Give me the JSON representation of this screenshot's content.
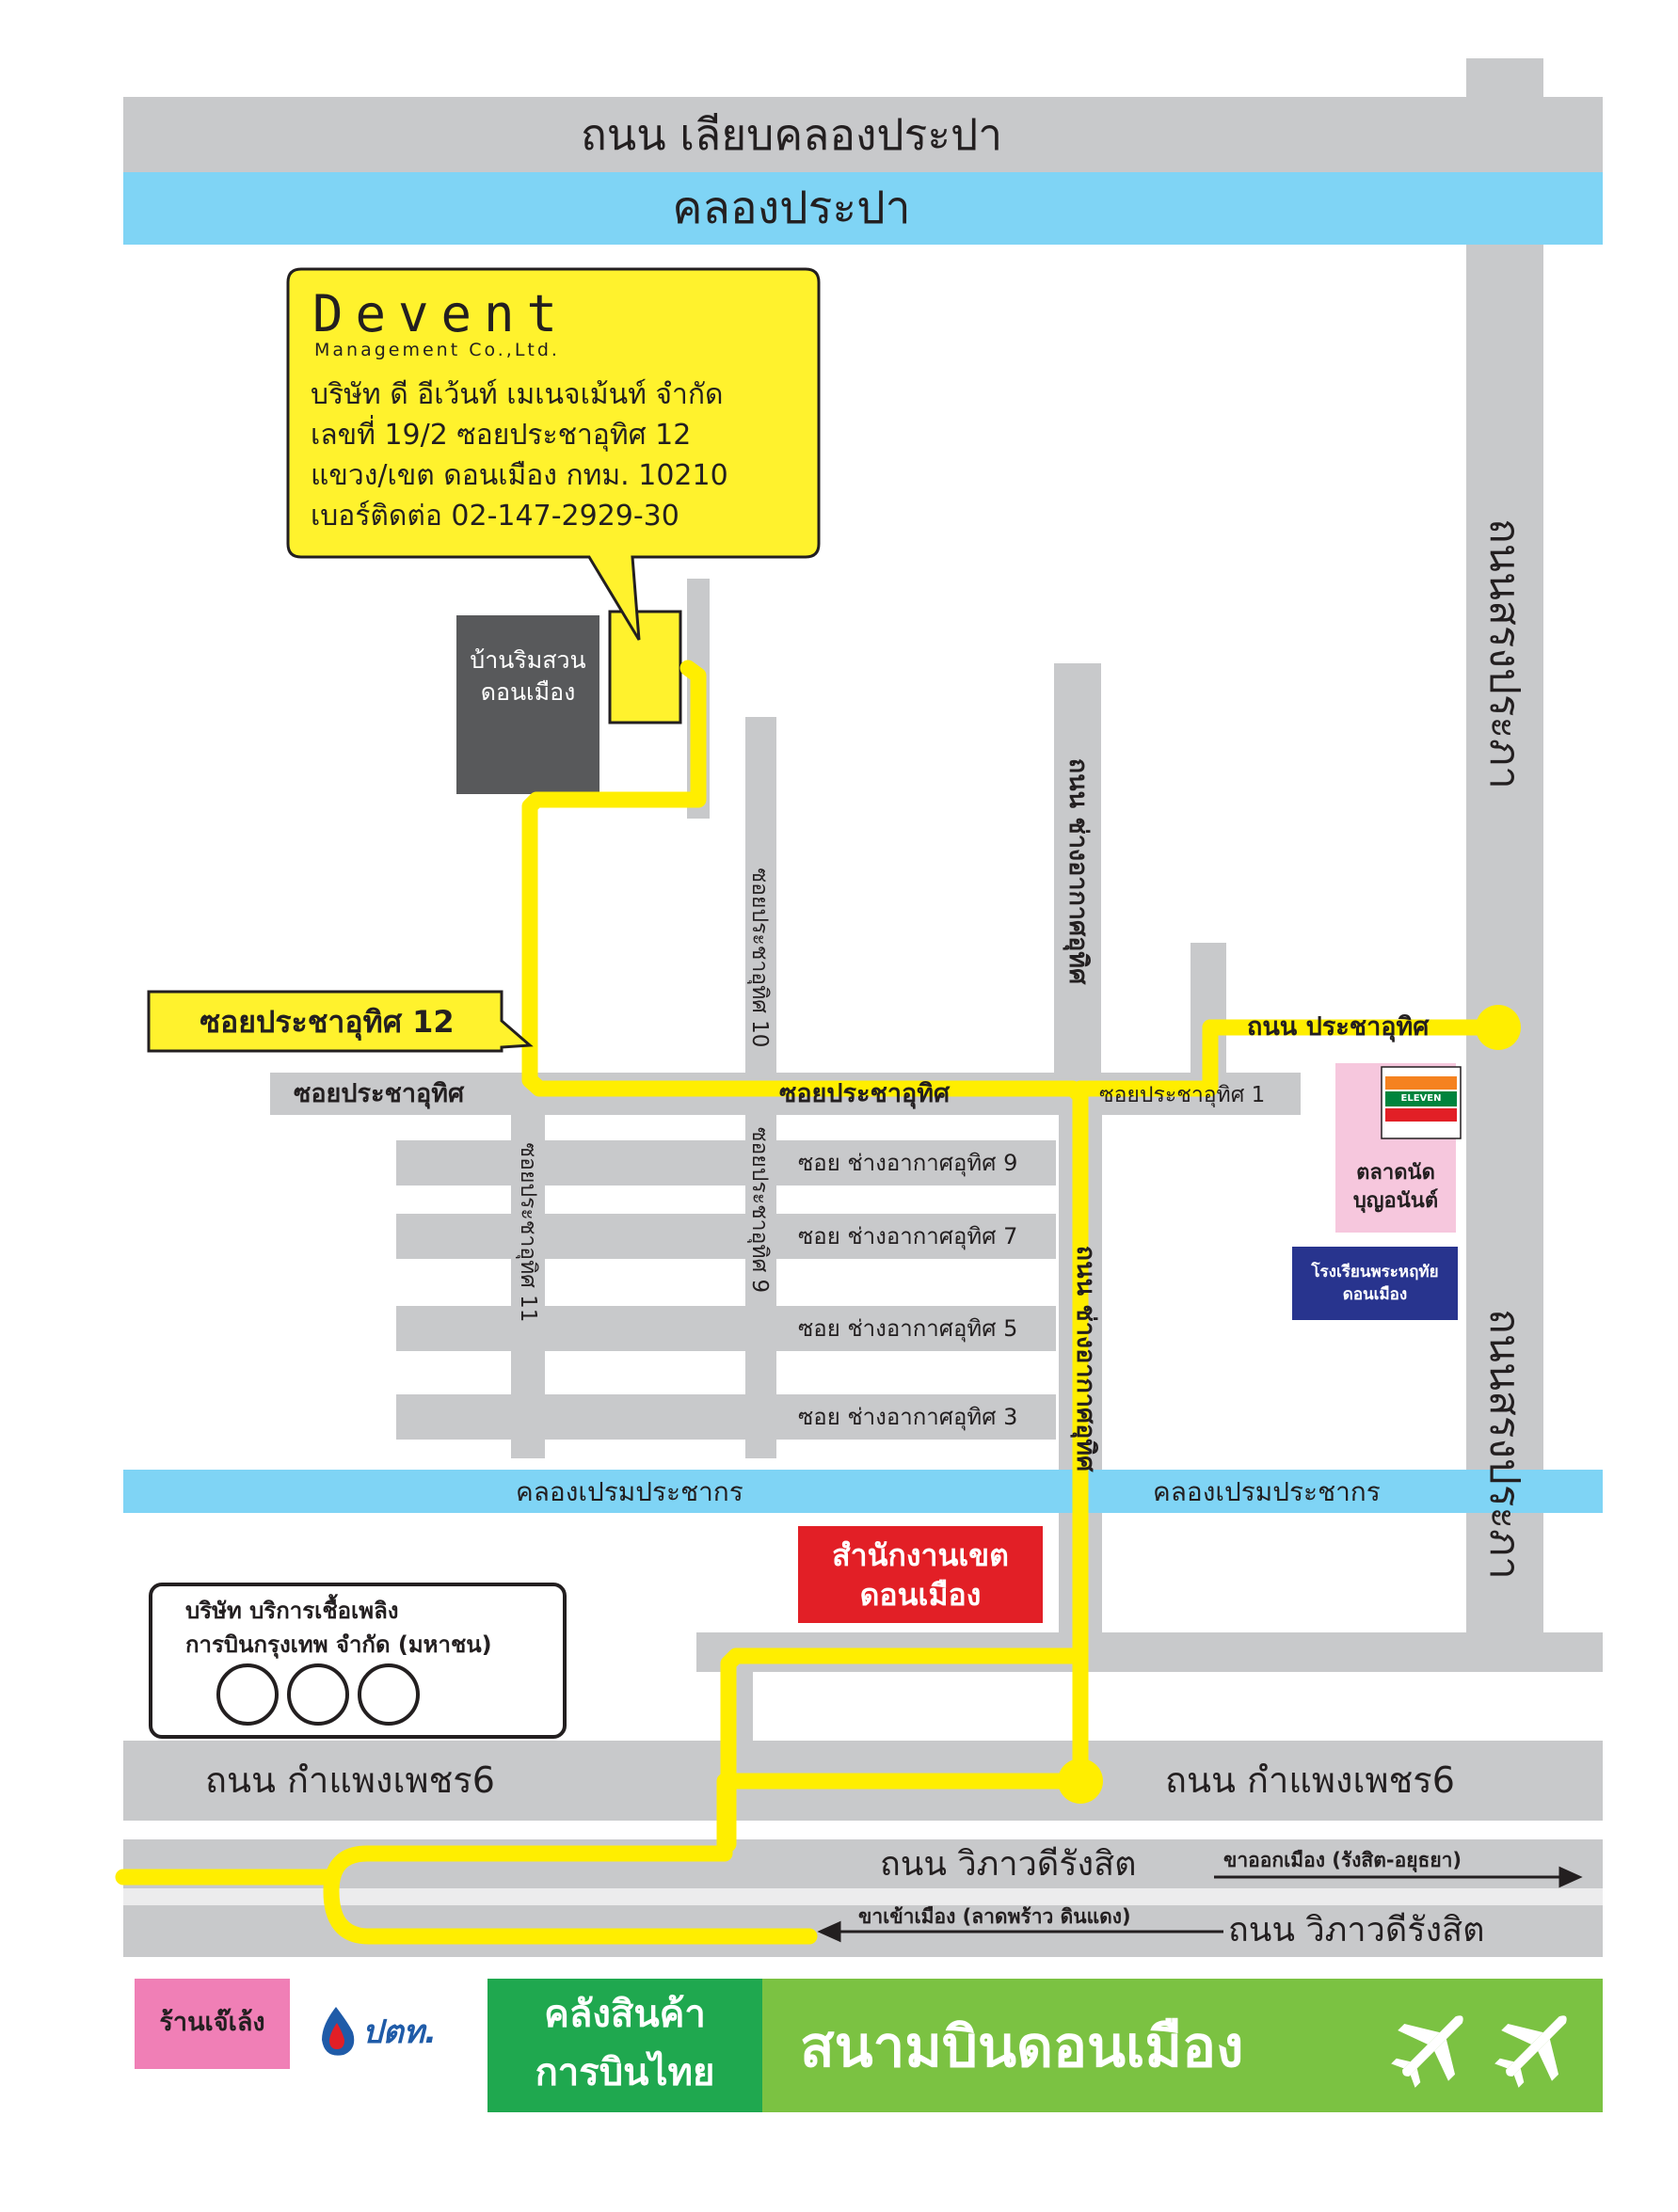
{
  "colors": {
    "road": "#c8c9cb",
    "canal": "#7fd4f5",
    "route": "#ffee00",
    "bubble": "#fff22d",
    "building_dark": "#58595b",
    "district_office": "#e21f26",
    "school": "#28348e",
    "market": "#f6c7dd",
    "shop": "#f07fb6",
    "cargo": "#1fa84f",
    "airport": "#7bc242"
  },
  "roads": {
    "top": "ถนน เลียบคลองประปา",
    "right_upper": "ถนนสรงประภา",
    "right_lower": "ถนนสรงประภา",
    "prachauthit_road": "ถนน ประชาอุทิศ",
    "changakat_road_upper": "ถนน ช่างอากาศอุทิศ",
    "changakat_road_lower": "ถนน ช่างอากาศอุทิศ",
    "soi_prachauthit_left": "ซอยประชาอุทิศ",
    "soi_prachauthit_mid": "ซอยประชาอุทิศ",
    "soi_prachauthit_1": "ซอยประชาอุทิศ 1",
    "soi_prachauthit_10": "ซอยประชาอุทิศ 10",
    "soi_prachauthit_11": "ซอยประชาอุทิศ 11",
    "soi_prachauthit_9": "ซอยประชาอุทิศ 9",
    "soi_changakat_9": "ซอย ช่างอากาศอุทิศ 9",
    "soi_changakat_7": "ซอย ช่างอากาศอุทิศ 7",
    "soi_changakat_5": "ซอย ช่างอากาศอุทิศ 5",
    "soi_changakat_3": "ซอย ช่างอากาศอุทิศ 3",
    "kamphaeng_left": "ถนน กำแพงเพชร6",
    "kamphaeng_right": "ถนน กำแพงเพชร6",
    "vibhavadi_top": "ถนน วิภาวดีรังสิต",
    "vibhavadi_bottom": "ถนน วิภาวดีรังสิต",
    "outbound": "ขาออกเมือง (รังสิต-อยุธยา)",
    "inbound": "ขาเข้าเมือง (ลาดพร้าว ดินแดง)"
  },
  "canals": {
    "top": "คลองประปา",
    "prem_left": "คลองเปรมประชากร",
    "prem_right": "คลองเปรมประชากร"
  },
  "callout": {
    "logo": "Devent",
    "logo_sub": "Management Co.,Ltd.",
    "line1": "บริษัท ดี อีเว้นท์ เมเนจเม้นท์ จำกัด",
    "line2": "เลขที่ 19/2 ซอยประชาอุทิศ 12",
    "line3": "แขวง/เขต ดอนเมือง กทม. 10210",
    "line4": "เบอร์ติดต่อ 02-147-2929-30"
  },
  "soi12_tag": "ซอยประชาอุทิศ 12",
  "landmarks": {
    "village_l1": "บ้านริมสวน",
    "village_l2": "ดอนเมือง",
    "seven_eleven": "ELEVEN",
    "market_l1": "ตลาดนัด",
    "market_l2": "บุญอนันต์",
    "school_l1": "โรงเรียนพระหฤทัย",
    "school_l2": "ดอนเมือง",
    "district_l1": "สำนักงานเขต",
    "district_l2": "ดอนเมือง",
    "fuel_l1": "บริษัท บริการเชื้อเพลิง",
    "fuel_l2": "การบินกรุงเทพ จำกัด (มหาชน)"
  },
  "bottom_bar": {
    "shop": "ร้านเจ๊เล้ง",
    "ptt": "ปตท.",
    "cargo_l1": "คลังสินค้า",
    "cargo_l2": "การบินไทย",
    "airport": "สนามบินดอนเมือง"
  }
}
